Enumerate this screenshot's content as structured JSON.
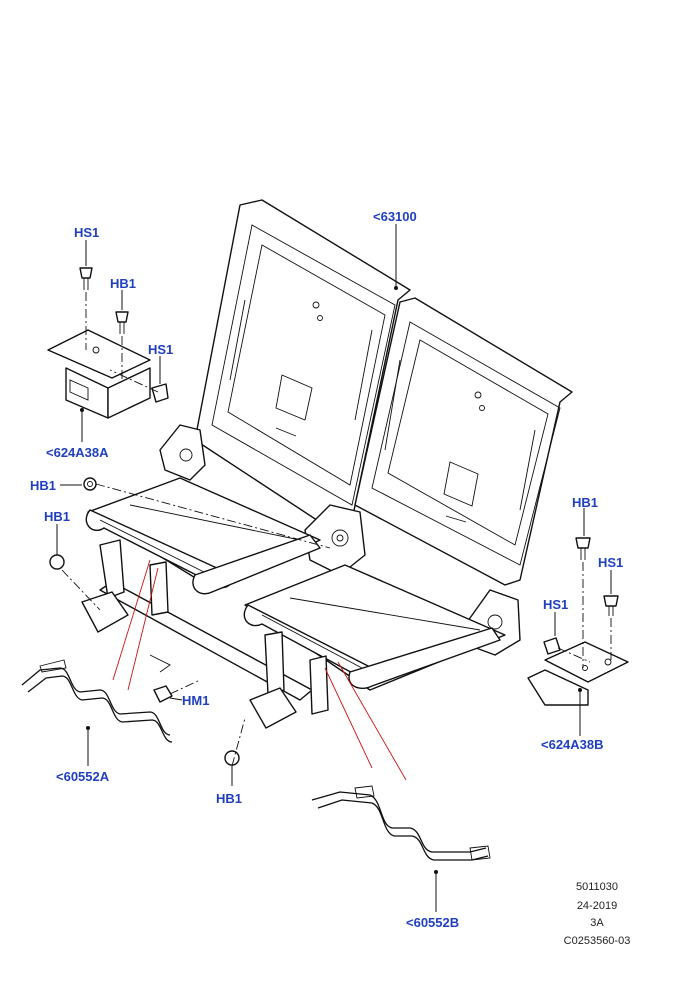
{
  "callouts": {
    "hs1_top_left": "HS1",
    "hb1_top_left": "HB1",
    "hs1_mid_left": "HS1",
    "bracket_left": "<624A38A",
    "backrest": "<63100",
    "hb1_left_pin": "HB1",
    "hb1_lower_left": "HB1",
    "hm1": "HM1",
    "wire_left": "<60552A",
    "hb1_bottom": "HB1",
    "wire_right": "<60552B",
    "hb1_right": "HB1",
    "hs1_right_top": "HS1",
    "hs1_right_mid": "HS1",
    "bracket_right": "<624A38B"
  },
  "reference": {
    "line1": "5011030",
    "line2": "24-2019",
    "line3": "3A",
    "line4": "C0253560-03"
  },
  "colors": {
    "callout": "#1f3fbf",
    "line": "#111111",
    "red_leader": "#cc1111"
  }
}
